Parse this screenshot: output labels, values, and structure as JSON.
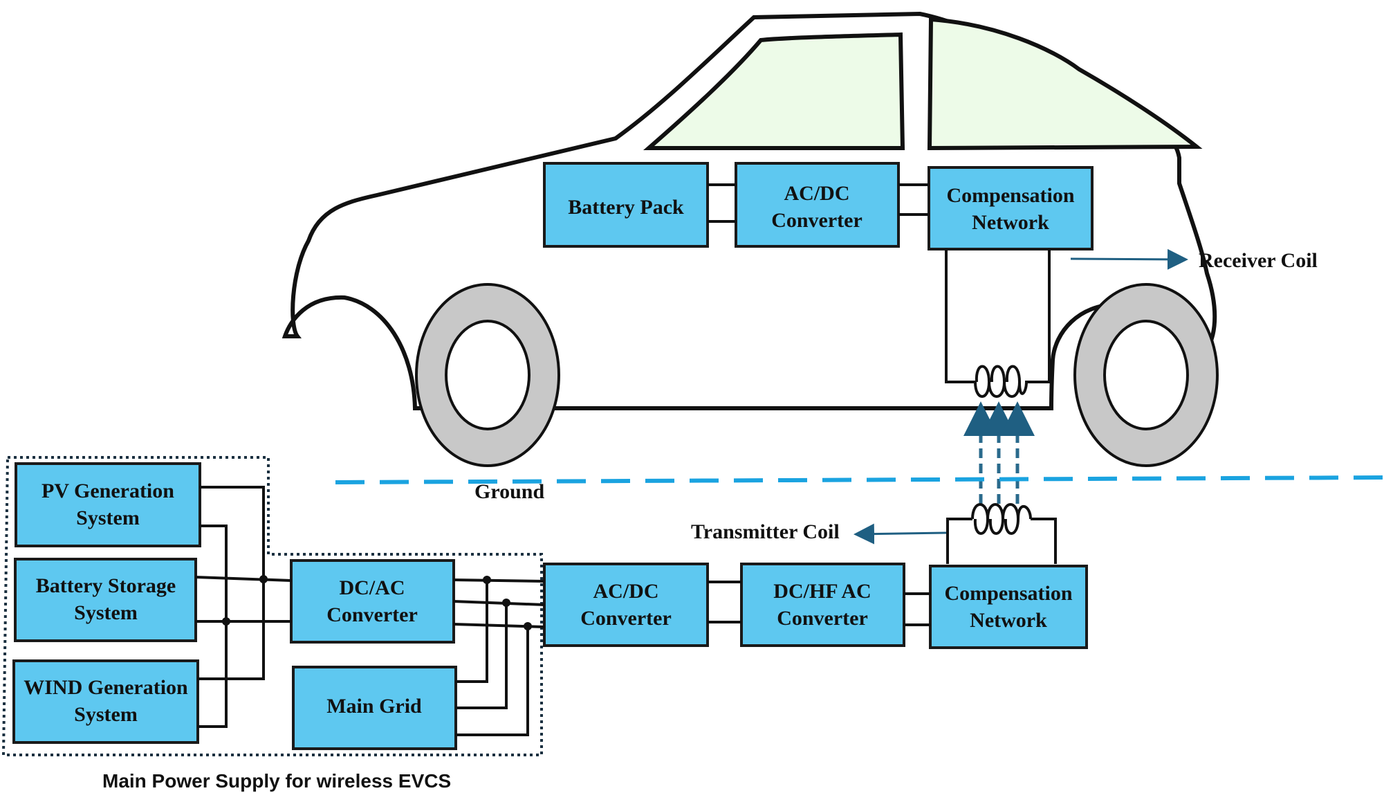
{
  "colors": {
    "block_fill": "#5ec8f0",
    "window_fill": "#edfbe8",
    "wheel_fill": "#c8c8c8",
    "ground_line": "#1aa3e0",
    "arrow": "#1f5f82",
    "flux_lines": "#2a6a8c"
  },
  "vehicle_side": {
    "battery_pack": "Battery Pack",
    "acdc_converter": [
      "AC/DC",
      "Converter"
    ],
    "compensation_network": [
      "Compensation",
      "Network"
    ],
    "receiver_coil_label": "Receiver Coil"
  },
  "ground_label": "Ground",
  "charger_side": {
    "transmitter_coil_label": "Transmitter Coil",
    "acdc_converter": [
      "AC/DC",
      "Converter"
    ],
    "dc_hf_ac_converter": [
      "DC/HF AC",
      "Converter"
    ],
    "compensation_network": [
      "Compensation",
      "Network"
    ]
  },
  "main_power_supply": {
    "pv": [
      "PV Generation",
      "System"
    ],
    "battery_storage": [
      "Battery Storage",
      "System"
    ],
    "wind": [
      "WIND Generation",
      "System"
    ],
    "dcac_converter": [
      "DC/AC",
      "Converter"
    ],
    "main_grid": "Main Grid",
    "caption": "Main Power Supply for wireless EVCS"
  }
}
